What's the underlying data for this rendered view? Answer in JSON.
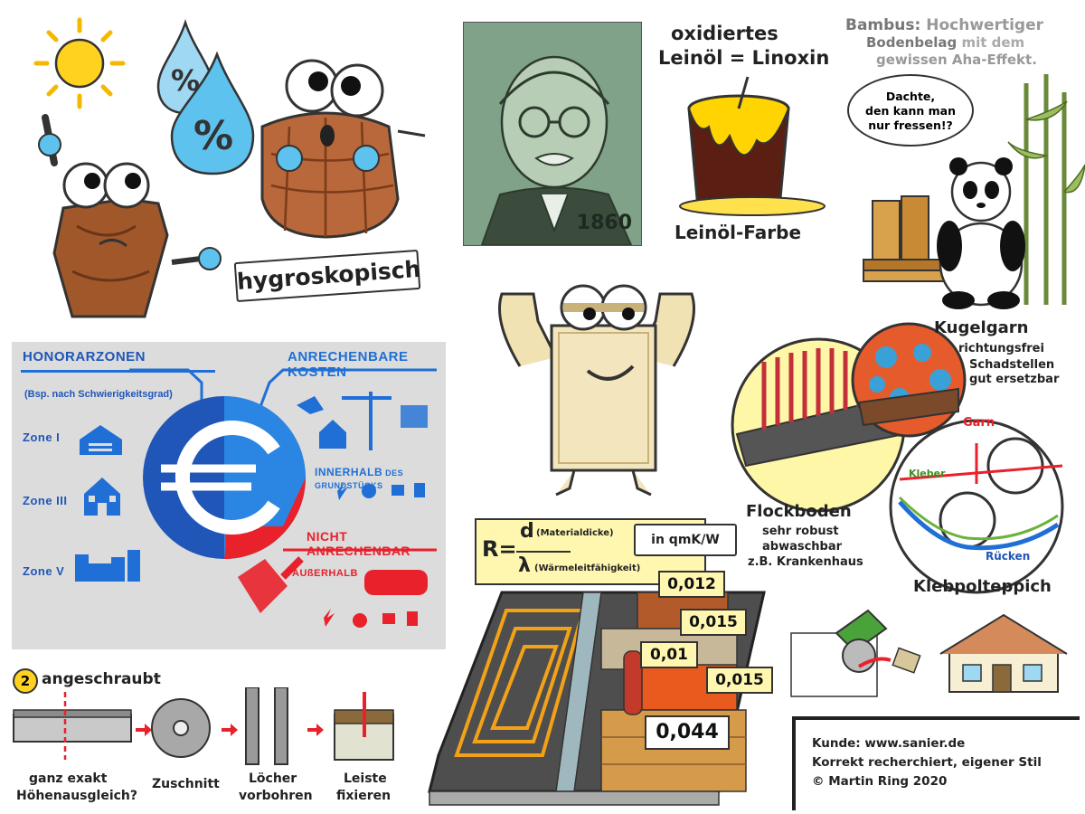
{
  "hygro": {
    "label": "hygroskopisch",
    "drop_symbol": "%"
  },
  "portrait": {
    "year": "1860"
  },
  "linseed": {
    "title_line1": "oxidiertes",
    "title_line2": "Leinöl = Linoxin",
    "caption": "Leinöl-Farbe"
  },
  "bamboo": {
    "title_part1": "Bambus: ",
    "title_part2": "Hochwertiger",
    "title_line2a": "Bodenbelag ",
    "title_line2b": "mit dem",
    "title_line3": "gewissen Aha-Effekt.",
    "bubble": [
      "Dachte,",
      "den kann man",
      "nur fressen!?"
    ]
  },
  "fees": {
    "left_title": "HONORARZONEN",
    "left_sub": "(Bsp. nach Schwierigkeitsgrad)",
    "zones": [
      "Zone I",
      "Zone III",
      "Zone V"
    ],
    "right_title": "ANRECHENBARE KOSTEN",
    "inside_a": "INNERHALB",
    "inside_b": " DES GRUNDSTÜCKS",
    "not_title": "NICHT ANRECHENBAR",
    "outside": "AUßERHALB",
    "colors": {
      "blue": "#1f6fd6",
      "red": "#e8212b",
      "grey": "#dcdcdc"
    }
  },
  "carpet": {
    "kugelgarn": "Kugelgarn",
    "kugelgarn_desc": [
      "richtungsfrei",
      "Schadstellen",
      "gut ersetzbar"
    ],
    "flock": "Flockboden",
    "flock_desc": [
      "sehr robust",
      "abwaschbar",
      "z.B. Krankenhaus"
    ],
    "garn": "Garn",
    "kleber": "Kleber",
    "ruecken": "Rücken",
    "klebpol": "Klebpolteppich"
  },
  "formula": {
    "r": "R=",
    "d": "d",
    "d_note": "(Materialdicke)",
    "lambda": "λ",
    "lambda_note": "(Wärmeleitfähigkeit)",
    "unit": "in qmK/W",
    "values": [
      "0,012",
      "0,015",
      "0,01",
      "0,015",
      "0,044"
    ]
  },
  "steps": {
    "num": "2",
    "title": "angeschraubt",
    "labels": [
      [
        "ganz exakt",
        "Höhenausgleich?"
      ],
      [
        "Zuschnitt"
      ],
      [
        "Löcher",
        "vorbohren"
      ],
      [
        "Leiste",
        "fixieren"
      ]
    ]
  },
  "credits": [
    "Kunde: www.sanier.de",
    "Korrekt recherchiert, eigener Stil",
    "© Martin Ring 2020"
  ]
}
